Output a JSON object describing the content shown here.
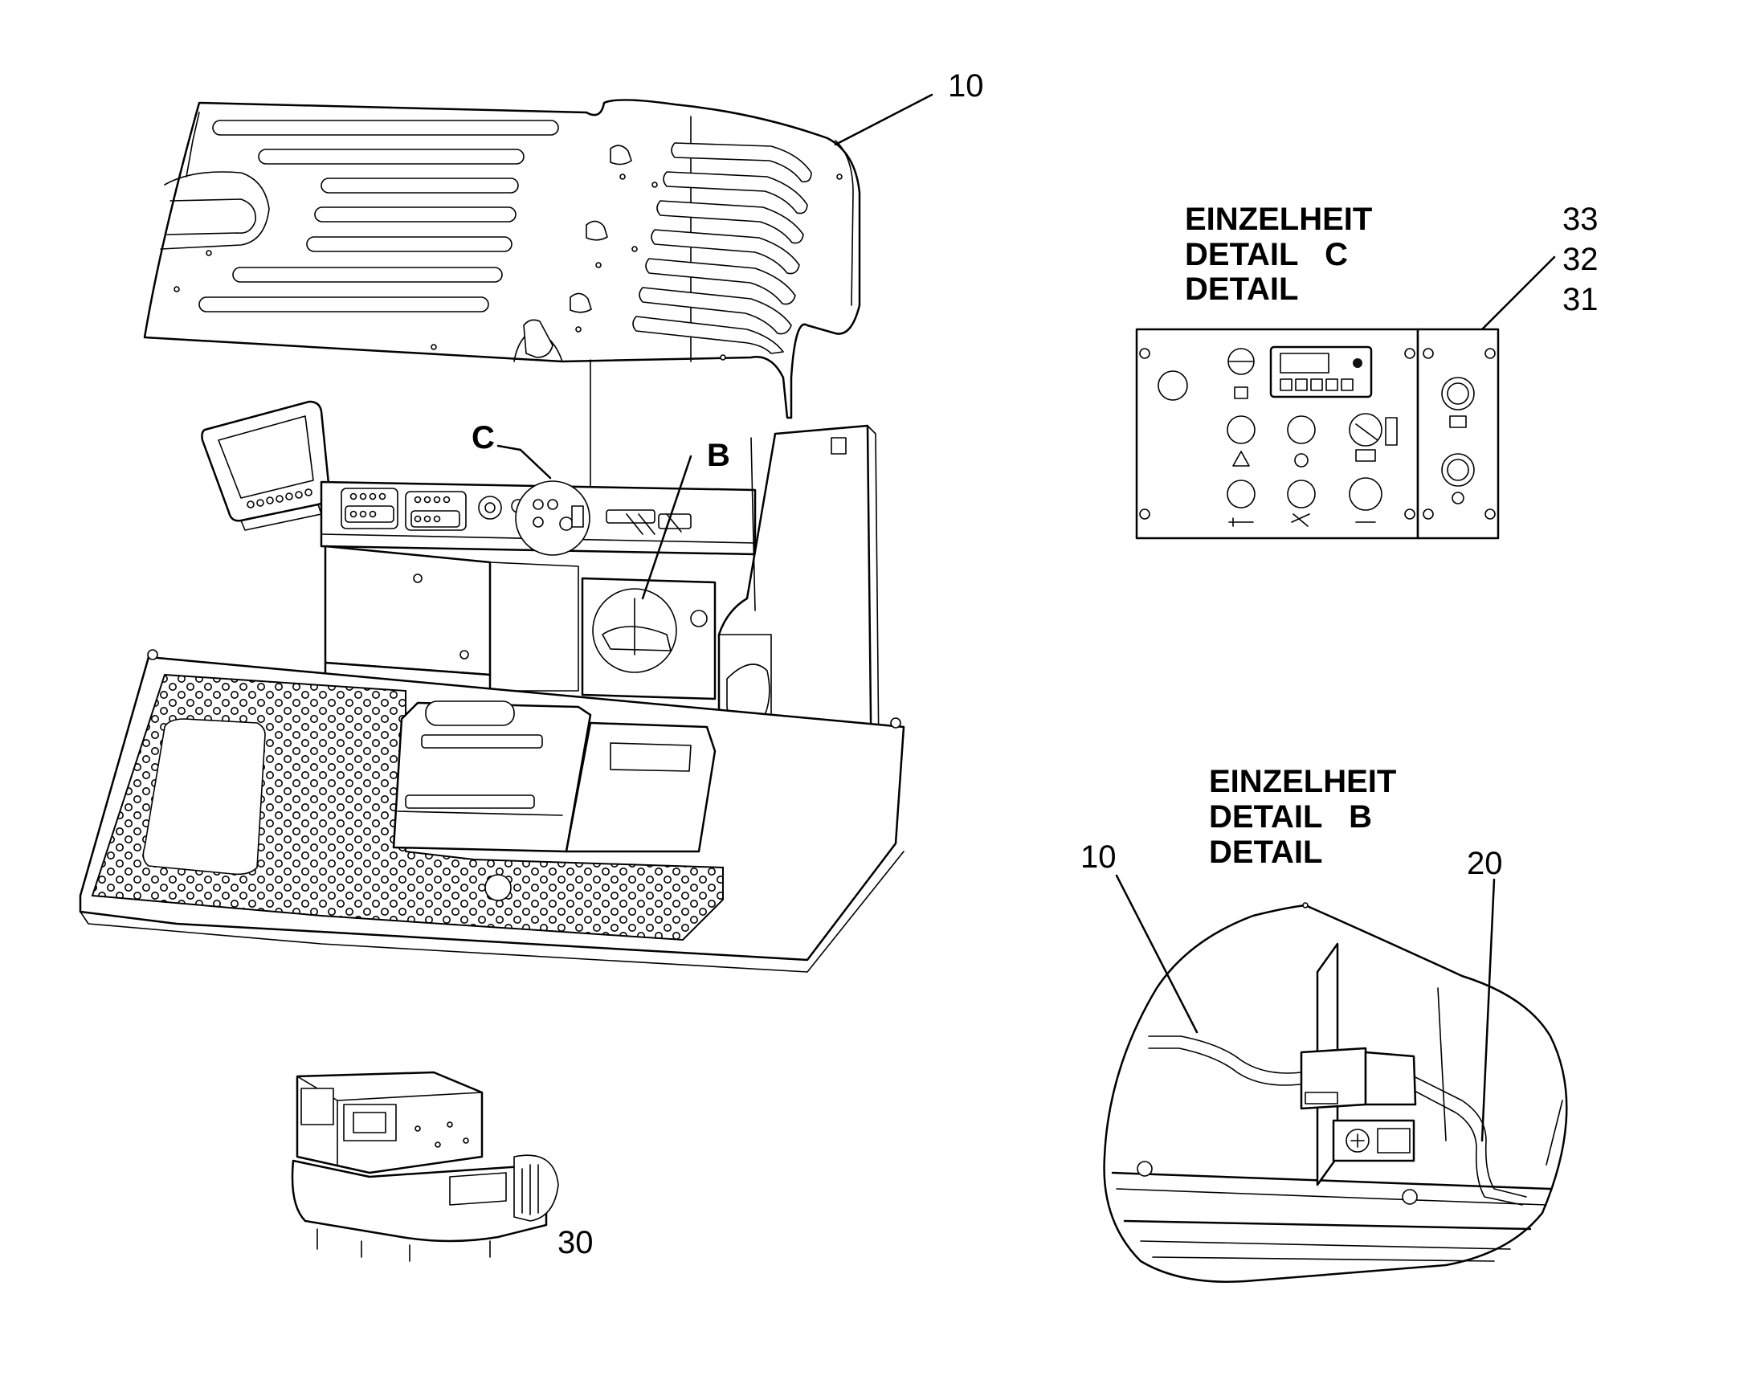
{
  "callouts": {
    "main_10": "10",
    "main_30": "30",
    "c_33": "33",
    "c_32": "32",
    "c_31": "31",
    "b_10": "10",
    "b_20": "20"
  },
  "markers": {
    "c": "C",
    "b": "B"
  },
  "detail_c": {
    "line1": "EINZELHEIT",
    "line2": "DETAIL   C",
    "line3": "DETAIL"
  },
  "detail_b": {
    "line1": "EINZELHEIT",
    "line2": "DETAIL   B",
    "line3": "DETAIL"
  },
  "colors": {
    "ink": "#000000",
    "paper": "#ffffff"
  }
}
